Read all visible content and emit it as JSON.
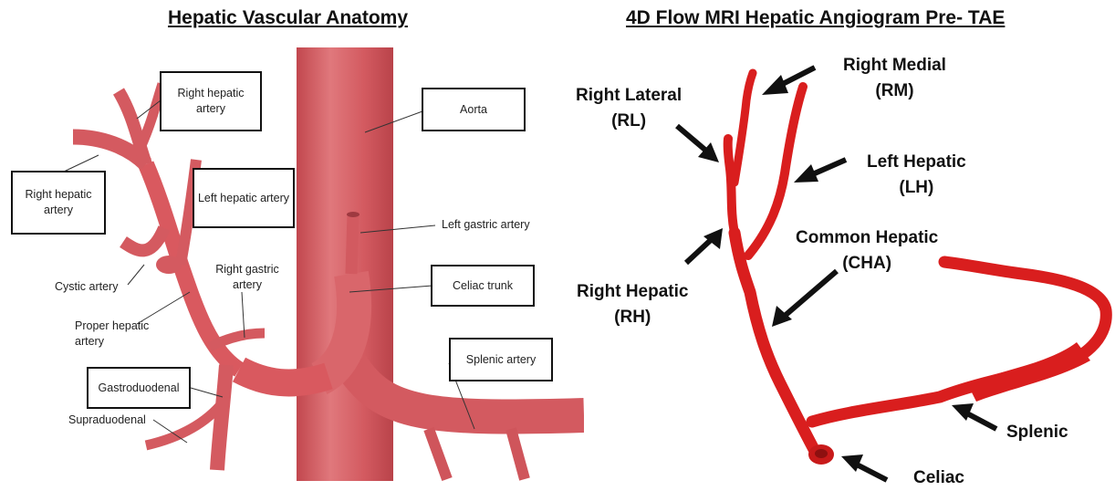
{
  "left_panel": {
    "title": "Hepatic Vascular Anatomy",
    "boxed_labels": {
      "right_hepatic_top": "Right hepatic artery",
      "right_hepatic_left": "Right hepatic artery",
      "left_hepatic": "Left hepatic artery",
      "aorta": "Aorta",
      "celiac_trunk": "Celiac trunk",
      "splenic_artery": "Splenic artery",
      "gastroduodenal": "Gastroduodenal"
    },
    "plain_labels": {
      "left_gastric": "Left gastric artery",
      "cystic": "Cystic artery",
      "right_gastric": "Right gastric artery",
      "proper_hepatic": "Proper hepatic artery",
      "supraduodenal": "Supraduodenal"
    },
    "colors": {
      "vessel": "#d9595f",
      "vessel_dark": "#b8434a",
      "aorta": "#d45a60"
    }
  },
  "right_panel": {
    "title": "4D Flow MRI Hepatic Angiogram Pre- TAE",
    "labels": {
      "right_medial": [
        "Right Medial",
        "(RM)"
      ],
      "right_lateral": [
        "Right Lateral",
        "(RL)"
      ],
      "left_hepatic": [
        "Left Hepatic",
        "(LH)"
      ],
      "common_hepatic": [
        "Common Hepatic",
        "(CHA)"
      ],
      "right_hepatic": [
        "Right Hepatic",
        "(RH)"
      ],
      "splenic": [
        "Splenic"
      ],
      "celiac": [
        "Celiac"
      ]
    },
    "colors": {
      "vessel": "#d91e1e",
      "vessel_dark": "#a81212",
      "arrow": "#111111"
    }
  }
}
